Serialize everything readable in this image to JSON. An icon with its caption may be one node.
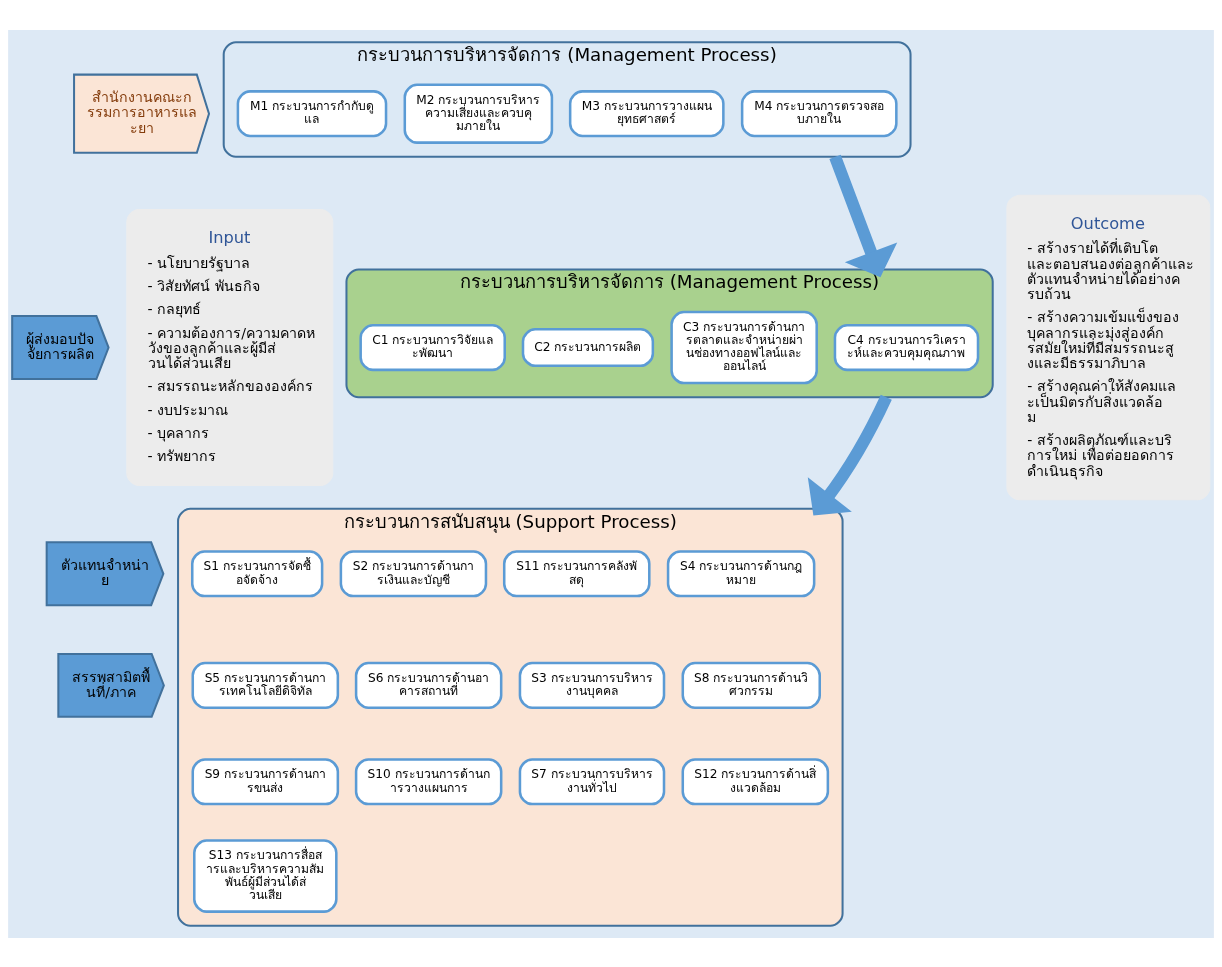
{
  "diagram": {
    "nodes": [
      {
        "text": [
          "สำนักงานคณะกรรมการอาหารและยา"
        ]
      },
      {
        "text": [
          "ผู้ส่งมอบปัจจัยการผลิต"
        ]
      },
      {
        "text": [
          "ตัวแทนจำหน่าย"
        ]
      },
      {
        "text": [
          "สรรพสามิตพื้นที่/ภาค"
        ]
      },
      {
        "text": [
          "Input",
          "- นโยบายรัฐบาล",
          "- วิสัยทัศน์ พันธกิจ",
          "- กลยุทธ์",
          "- ความต้องการ/ความคาดหวังของลูกค้าและผู้มีส่วนได้ส่วนเสีย",
          "- สมรรถนะหลักขององค์กร",
          "- งบประมาณ",
          "- บุคลากร",
          "- ทรัพยากร"
        ]
      },
      {
        "text": [
          "กระบวนการบริหารจัดการ (Management Process)"
        ]
      },
      {
        "text": [
          "M1 กระบวนการกำกับดูแล"
        ],
        "in": 5
      },
      {
        "text": [
          "M2 กระบวนการบริหารความเสี่ยงและควบคุมภายใน"
        ],
        "in": 5
      },
      {
        "text": [
          "M3 กระบวนการวางแผนยุทธศาสตร์"
        ],
        "in": 5
      },
      {
        "text": [
          "M4 กระบวนการตรวจสอบภายใน"
        ],
        "in": 5
      },
      {
        "text": [
          "กระบวนการบริหารจัดการ (Management Process)"
        ]
      },
      {
        "text": [
          "C1 กระบวนการวิจัยและพัฒนา"
        ],
        "in": 10
      },
      {
        "text": [
          "C2 กระบวนการผลิต"
        ],
        "in": 10
      },
      {
        "text": [
          "C3 กระบวนการด้านการตลาดและจำหน่ายผ่านช่องทางออฟไลน์และออนไลน์"
        ],
        "in": 10
      },
      {
        "text": [
          "C4 กระบวนการวิเคราะห์และควบคุมคุณภาพ"
        ],
        "in": 10
      },
      {
        "text": [
          "กระบวนการสนับสนุน (Support Process)"
        ]
      },
      {
        "text": [
          "S1 กระบวนการจัดซื้อจัดจ้าง"
        ],
        "in": 15
      },
      {
        "text": [
          "S2 กระบวนการด้านการเงินและบัญชี"
        ],
        "in": 15
      },
      {
        "text": [
          "S11 กระบวนการคลังพัสดุ"
        ],
        "in": 15
      },
      {
        "text": [
          "S4 กระบวนการด้านกฎหมาย"
        ],
        "in": 15
      },
      {
        "text": [
          "S5 กระบวนการด้านการเทคโนโลยีดิจิทัล"
        ],
        "in": 15
      },
      {
        "text": [
          "S6 กระบวนการด้านอาคารสถานที่"
        ],
        "in": 15
      },
      {
        "text": [
          "S3 กระบวนการบริหารงานบุคคล"
        ],
        "in": 15
      },
      {
        "text": [
          "S8 กระบวนการด้านวิศวกรรม"
        ],
        "in": 15
      },
      {
        "text": [
          "S9 กระบวนการด้านการขนส่ง"
        ],
        "in": 15
      },
      {
        "text": [
          "S10 กระบวนการด้านการวางแผนการ"
        ],
        "in": 15
      },
      {
        "text": [
          "S7 กระบวนการบริหารงานทั่วไป"
        ],
        "in": 15
      },
      {
        "text": [
          "S12 กระบวนการด้านสิ่งแวดล้อม"
        ],
        "in": 15
      },
      {
        "text": [
          "S13 กระบวนการสื่อสารและบริหารความสัมพันธ์ผู้มีส่วนได้ส่วนเสีย"
        ],
        "in": 15
      },
      {
        "text": [
          "Outcome",
          "- สร้างรายได้ที่เติบโตและตอบสนองต่อลูกค้าและตัวแทนจำหน่ายได้อย่างครบถ้วน",
          "- สร้างความเข้มแข็งของบุคลากรและมุ่งสู่องค์กรสมัยใหม่ที่มีสมรรถนะสูงและมีธรรมาภิบาล",
          "- สร้างคุณค่าให้สังคมและเป็นมิตรกับสิ่งแวดล้อม",
          "- สร้างผลิตภัณฑ์และบริการใหม่ เพื่อต่อยอดการดำเนินธุรกิจ"
        ]
      }
    ],
    "edges": [
      {
        "from": 5,
        "to": 10,
        "arrow": "to"
      },
      {
        "from": 10,
        "to": 15,
        "arrow": "to"
      }
    ]
  }
}
